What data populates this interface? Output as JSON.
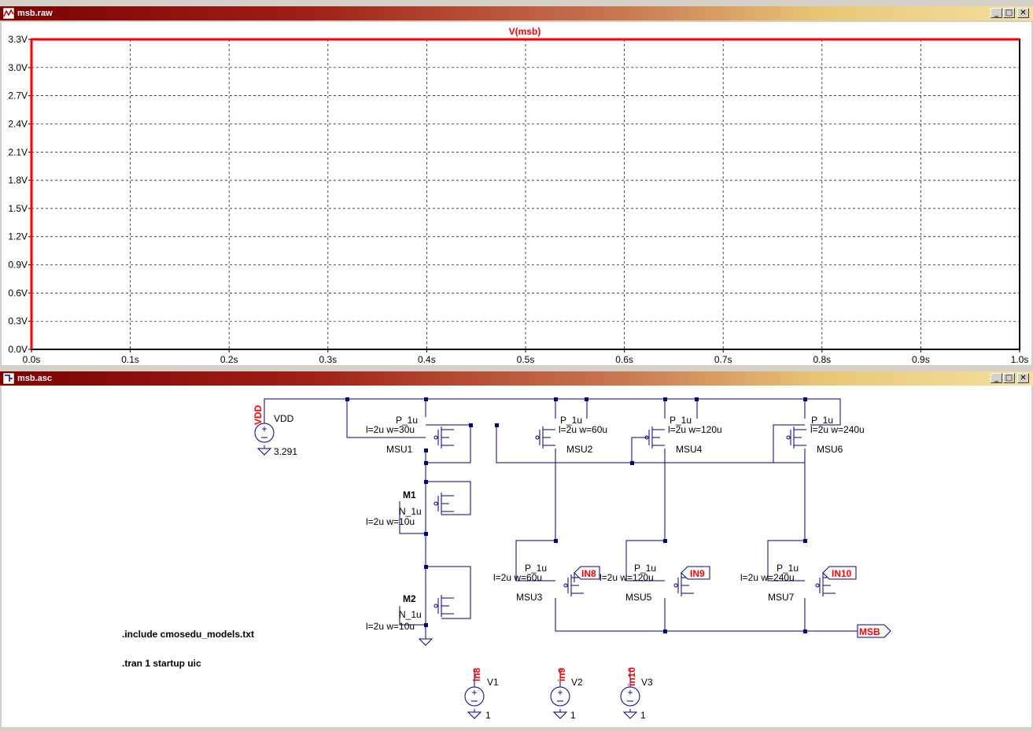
{
  "waveform_window": {
    "title": "msb.raw",
    "trace_label": "V(msb)",
    "trace_color": "#ff0000",
    "buttons": [
      "_",
      "□",
      "✕"
    ]
  },
  "schematic_window": {
    "title": "msb.asc",
    "buttons": [
      "_",
      "□",
      "✕"
    ]
  },
  "chart_data": {
    "type": "line",
    "series": [
      {
        "name": "V(msb)",
        "x": [
          0.0,
          1.0
        ],
        "y": [
          3.3,
          3.3
        ],
        "color": "#ff0000"
      }
    ],
    "xlim": [
      0.0,
      1.0
    ],
    "ylim": [
      0.0,
      3.3
    ],
    "x_tick_values": [
      0.0,
      0.1,
      0.2,
      0.3,
      0.4,
      0.5,
      0.6,
      0.7,
      0.8,
      0.9,
      1.0
    ],
    "x_tick_labels": [
      "0.0s",
      "0.1s",
      "0.2s",
      "0.3s",
      "0.4s",
      "0.5s",
      "0.6s",
      "0.7s",
      "0.8s",
      "0.9s",
      "1.0s"
    ],
    "y_tick_values": [
      0.0,
      0.3,
      0.6,
      0.9,
      1.2,
      1.5,
      1.8,
      2.1,
      2.4,
      2.7,
      3.0,
      3.3
    ],
    "y_tick_labels": [
      "0.0V",
      "0.3V",
      "0.6V",
      "0.9V",
      "1.2V",
      "1.5V",
      "1.8V",
      "2.1V",
      "2.4V",
      "2.7V",
      "3.0V",
      "3.3V"
    ],
    "grid": true
  },
  "schematic": {
    "vdd": {
      "net_label": "VDD",
      "name": "VDD",
      "value": "3.291"
    },
    "transistors": [
      {
        "name": "MSU1",
        "model": "P_1u",
        "params": "l=2u w=30u"
      },
      {
        "name": "MSU2",
        "model": "P_1u",
        "params": "l=2u w=60u"
      },
      {
        "name": "MSU4",
        "model": "P_1u",
        "params": "l=2u w=120u"
      },
      {
        "name": "MSU6",
        "model": "P_1u",
        "params": "l=2u w=240u"
      },
      {
        "name": "M1",
        "model": "N_1u",
        "params": "l=2u w=10u"
      },
      {
        "name": "M2",
        "model": "N_1u",
        "params": "l=2u w=10u"
      },
      {
        "name": "MSU3",
        "model": "P_1u",
        "params": "l=2u w=60u"
      },
      {
        "name": "MSU5",
        "model": "P_1u",
        "params": "l=2u w=120u"
      },
      {
        "name": "MSU7",
        "model": "P_1u",
        "params": "l=2u w=240u"
      }
    ],
    "ports": [
      "IN8",
      "IN9",
      "IN10",
      "MSB"
    ],
    "sources": [
      {
        "name": "V1",
        "net": "in8",
        "value": "1"
      },
      {
        "name": "V2",
        "net": "in9",
        "value": "1"
      },
      {
        "name": "V3",
        "net": "in10",
        "value": "1"
      }
    ],
    "directives": [
      ".include cmosedu_models.txt",
      ".tran 1 startup uic"
    ]
  }
}
